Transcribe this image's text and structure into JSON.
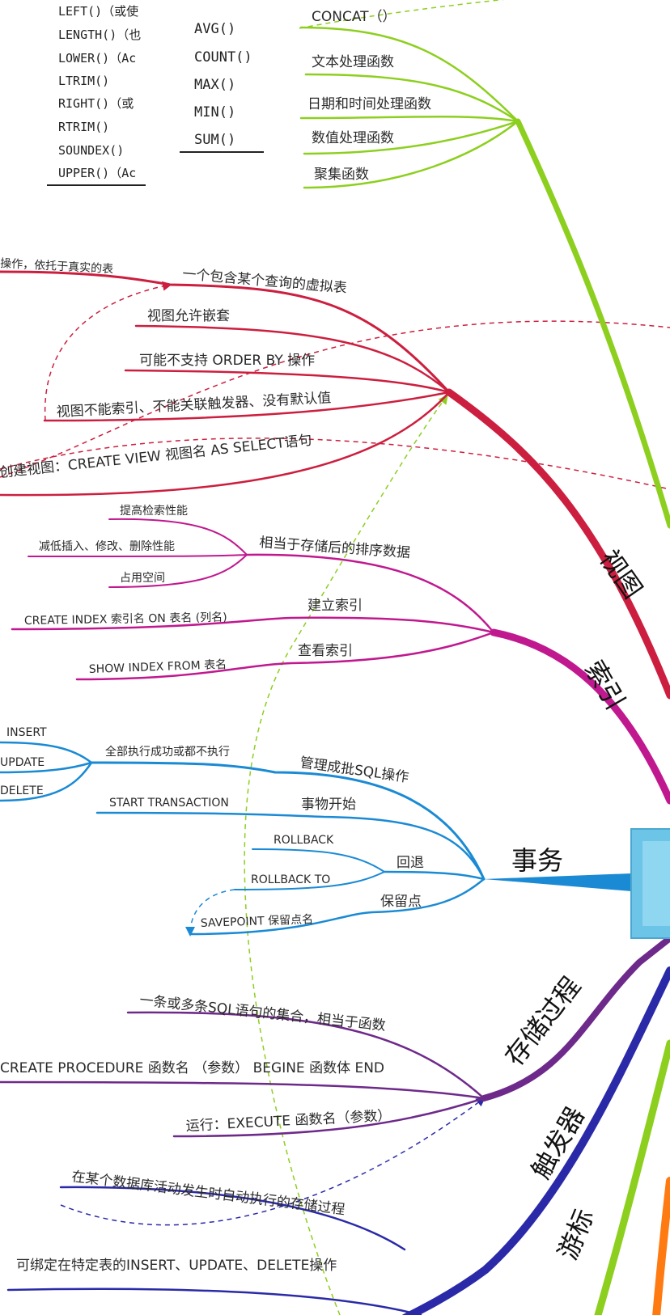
{
  "text_functions_table": [
    "LEFT()（或使",
    "LENGTH()（也",
    "LOWER()（Ac",
    "LTRIM()",
    "RIGHT()（或",
    "RTRIM()",
    "SOUNDEX()",
    "UPPER()（Ac"
  ],
  "aggregate_functions_table": [
    "AVG()",
    "COUNT()",
    "MAX()",
    "MIN()",
    "SUM()"
  ],
  "functions_branch": {
    "color": "#8dcf1f",
    "items": [
      "CONCAT（）",
      "文本处理函数",
      "日期和时间处理函数",
      "数值处理函数",
      "聚集函数"
    ]
  },
  "view_branch": {
    "title": "视图",
    "color": "#cc1f3f",
    "pre_note": "操作，依托于真实的表",
    "items": [
      "一个包含某个查询的虚拟表",
      "视图允许嵌套",
      "可能不支持 ORDER BY 操作",
      "视图不能索引、不能关联触发器、没有默认值",
      "创建视图：CREATE VIEW 视图名 AS SELECT语句"
    ]
  },
  "index_branch": {
    "title": "索引",
    "color": "#c0198f",
    "items": [
      {
        "label": "相当于存储后的排序数据",
        "children": [
          "提高检索性能",
          "减低插入、修改、删除性能",
          "占用空间"
        ]
      },
      {
        "label": "建立索引",
        "children": [
          "CREATE INDEX 索引名 ON 表名 (列名)"
        ]
      },
      {
        "label": "查看索引",
        "children": [
          "SHOW INDEX FROM 表名"
        ]
      }
    ]
  },
  "transaction_branch": {
    "title": "事务",
    "color": "#1a8ad4",
    "items": [
      {
        "label": "管理成批SQL操作",
        "note": "全部执行成功或都不执行",
        "children": [
          "INSERT",
          "UPDATE",
          "DELETE"
        ]
      },
      {
        "label": "事物开始",
        "children": [
          "START TRANSACTION"
        ]
      },
      {
        "label": "回退",
        "children": [
          "ROLLBACK",
          "ROLLBACK TO"
        ]
      },
      {
        "label": "保留点",
        "children": [
          "SAVEPOINT 保留点名"
        ]
      }
    ]
  },
  "procedure_branch": {
    "title": "存储过程",
    "color": "#6e2a8a",
    "items": [
      "一条或多条SQL语句的集合，相当于函数",
      "CREATE PROCEDURE 函数名 （参数） BEGINE 函数体 END",
      "运行：EXECUTE 函数名（参数）"
    ]
  },
  "trigger_branch": {
    "title": "触发器",
    "color": "#2a2aa8",
    "items": [
      "在某个数据库活动发生时自动执行的存储过程",
      "可绑定在特定表的INSERT、UPDATE、DELETE操作"
    ]
  },
  "cursor_branch": {
    "title": "游标",
    "color": "#8dcf1f"
  },
  "central_node_color": "#6cc4e6",
  "extra_branch_color": "#ff7a10"
}
